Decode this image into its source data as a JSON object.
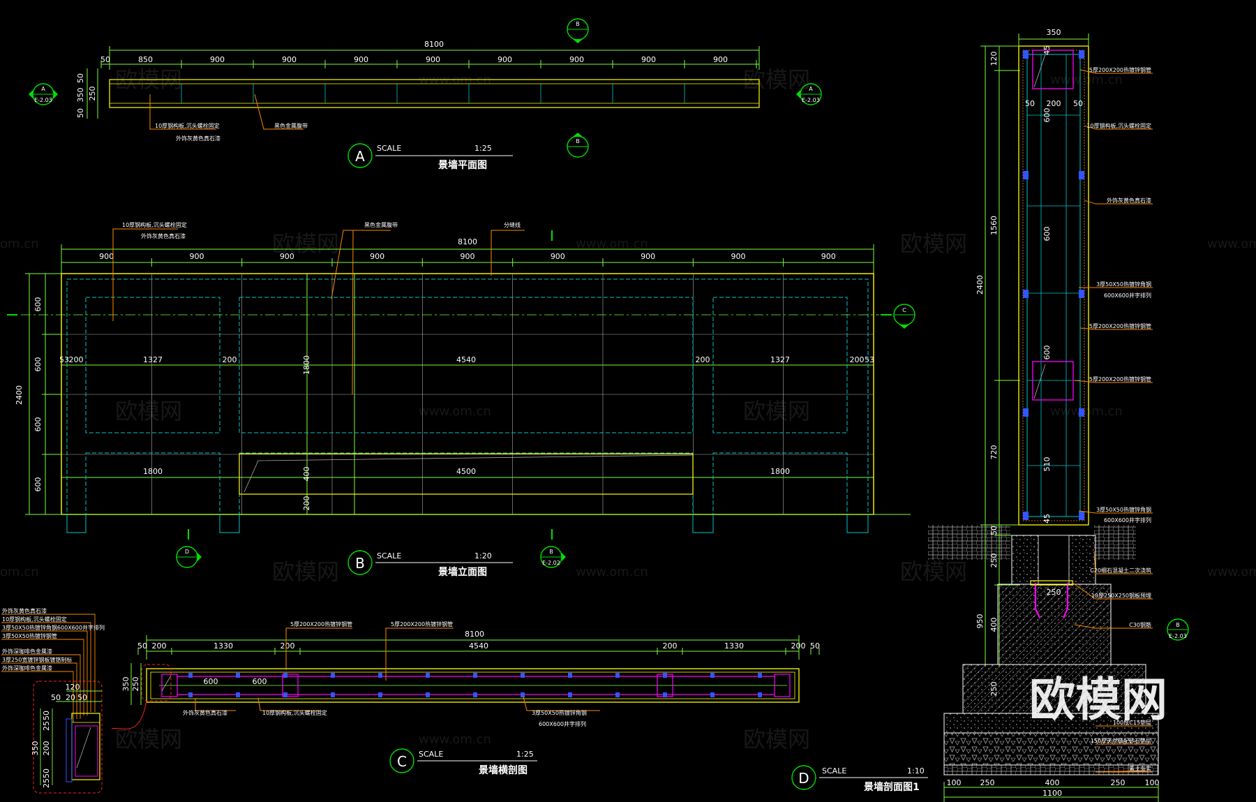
{
  "colors": {
    "background": "#000000",
    "dimension": "#7cff3a",
    "outline": "#ffff00",
    "panel": "#00c8c8",
    "leader": "#ff8a00",
    "tag": "#00e000",
    "magenta": "#ff00ff",
    "blue": "#3355ff",
    "red": "#ff2020",
    "grey": "#b0b0b0",
    "text": "#ffffff"
  },
  "watermarks": {
    "brand": "欧模网",
    "site": "www.om.cn",
    "site_partial": "om.cn",
    "big": "欧模网"
  },
  "view_a": {
    "bubble": "A",
    "scale_label": "SCALE",
    "scale": "1:25",
    "title": "景墙平面图",
    "total": "8100",
    "segments": [
      "50",
      "850",
      "900",
      "900",
      "900",
      "900",
      "900",
      "900",
      "900",
      "900"
    ],
    "left_dims": [
      "50",
      "250",
      "50"
    ],
    "left_total": "350",
    "note_1": "10厚钢构板,沉头螺栓固定",
    "note_1b": "外饰灰黄色真石漆",
    "note_2": "黑色金属腹带",
    "tag_a": "A",
    "tag_a_sub": "E-2.03",
    "tag_b": "B"
  },
  "view_b": {
    "bubble": "B",
    "scale_label": "SCALE",
    "scale": "1:20",
    "title": "景墙立面图",
    "total": "8100",
    "segments": [
      "900",
      "900",
      "900",
      "900",
      "900",
      "900",
      "900",
      "900",
      "900"
    ],
    "left_dims": [
      "600",
      "600",
      "600",
      "600"
    ],
    "left_total": "2400",
    "panel_dims": [
      "53",
      "200",
      "1327",
      "200",
      "4540",
      "200",
      "1327",
      "200",
      "53"
    ],
    "height_1800": "1800",
    "bottom_panels": [
      "1800",
      "4500",
      "1800"
    ],
    "bench_dims": [
      "400",
      "200"
    ],
    "note_1": "10厚钢构板,沉头螺栓固定",
    "note_1b": "外饰灰黄色真石漆",
    "note_2": "黑色金属腹带",
    "note_3": "分缝线",
    "tag_c": "C",
    "tag_d": "D",
    "tag_e": "B",
    "tag_e_sub": "E-2.02"
  },
  "view_c": {
    "bubble": "C",
    "scale_label": "SCALE",
    "scale": "1:25",
    "title": "景墙横剖图",
    "total": "8100",
    "segments": [
      "50",
      "200",
      "1330",
      "200",
      "4540",
      "200",
      "1330",
      "200",
      "50"
    ],
    "inner_dims": [
      "600",
      "600"
    ],
    "left_dims": [
      "350",
      "250"
    ],
    "note_1": "5厚200X200热镀锌钢管",
    "note_2": "5厚200X200热镀锌钢管",
    "note_3": "外饰灰黄色真石漆",
    "note_4": "10厚钢构板,沉头螺栓固定",
    "note_5": "3厚50X50热镀锌角钢",
    "note_5b": "600X600井字排列"
  },
  "detail": {
    "notes": [
      "外饰灰黄色真石漆",
      "10厚钢构板,沉头螺栓固定",
      "3厚50X50热镀锌角钢600X600井字排列",
      "3厚50X50热镀锌钢管",
      "外饰深咖啡色金属漆",
      "3厚250宽镀锌钢板镀铬制标",
      "外饰深咖啡色金属漆"
    ],
    "dims_top": [
      "120",
      "50",
      "20",
      "50"
    ],
    "dims_left": [
      "50",
      "25",
      "200",
      "350",
      "50",
      "25"
    ]
  },
  "view_d": {
    "bubble": "D",
    "scale_label": "SCALE",
    "scale": "1:10",
    "title": "景墙剖面图1",
    "top_dim": "350",
    "dims_left_outer": [
      "2400",
      "950"
    ],
    "dims_left": [
      "120",
      "1560",
      "720",
      "50",
      "250",
      "400",
      "250"
    ],
    "inner_dims": [
      "50",
      "200",
      "50",
      "600",
      "600",
      "600",
      "510",
      "45",
      "45",
      "250"
    ],
    "bottom_dims": [
      "100",
      "250",
      "400",
      "250",
      "100"
    ],
    "bottom_total": "1100",
    "notes": [
      "5厚200X200热镀锌钢管",
      "10厚钢构板,沉头螺栓固定",
      "外饰灰黄色真石漆",
      "3厚50X50热镀锌角钢",
      "600X600井字排列",
      "5厚200X200热镀锌钢管",
      "5厚200X200热镀锌钢管",
      "3厚50X50热镀锌角钢",
      "600X600井字排列",
      "C20细石混凝土二次浇筑",
      "10厚250X250钢板预埋",
      "C30钢筋",
      "100厚C15垫层",
      "150厚天然级配砂石垫层",
      "素土夯实"
    ],
    "tag": "B",
    "tag_sub": "E-2.03"
  }
}
